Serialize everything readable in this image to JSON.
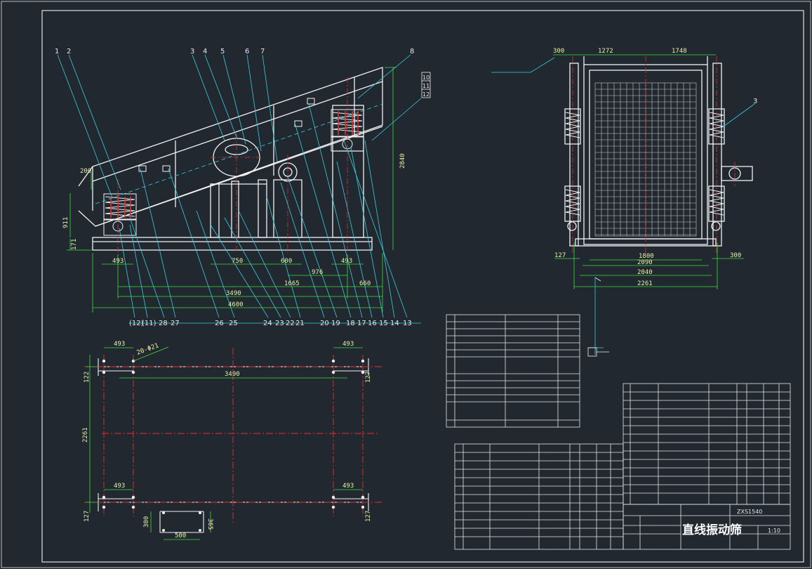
{
  "colors": {
    "background": "#212830",
    "border": "#e0e0e0",
    "part_lines": "#f2f2f2",
    "dimension_lines": "#3ddc3d",
    "center_lines": "#e03030",
    "cyan_lines": "#35d0e0",
    "screen_mesh": "#c8c8c8"
  },
  "front_view": {
    "balloons_top": [
      "1",
      "2",
      "3",
      "4",
      "5",
      "6",
      "7",
      "8"
    ],
    "balloons_bottom": [
      "(12)",
      "(11)",
      "28",
      "27",
      "26",
      "25",
      "24",
      "23",
      "22",
      "21",
      "20",
      "19",
      "18",
      "17",
      "16",
      "15",
      "14",
      "13"
    ],
    "balloons_right": [
      "10",
      "11",
      "12"
    ],
    "dims": {
      "left_height_small": "200",
      "left_height": "911",
      "left_base": "171",
      "right_height": "2840",
      "foot_left": "493",
      "span_mid": "750",
      "span_motor": "600",
      "span_a": "976",
      "foot_right": "493",
      "span_b": "1665",
      "span_c": "660",
      "span_total": "3490",
      "overall": "4600"
    }
  },
  "side_view": {
    "dims": {
      "left": "300",
      "top_mid": "1272",
      "top_right": "1748",
      "inner": "1800",
      "w1": "2090",
      "w2": "2040",
      "w3": "2261",
      "bottom_left": "127",
      "bottom_right": "300"
    },
    "label_3": "3"
  },
  "foundation_plan": {
    "dims": {
      "tl": "493",
      "tr": "493",
      "bolt_note": "20-Φ21",
      "span": "3490",
      "left_small": "122",
      "right_small": "127",
      "height": "2261",
      "bl": "493",
      "br": "493",
      "bottom_left_small": "127",
      "bottom_right_small": "127",
      "pocket_w": "300",
      "pocket_h": "365",
      "pocket_gap": "500"
    }
  },
  "title_block": {
    "product_name": "直线振动筛",
    "scale": "1:10",
    "drawing_no": "ZXS1540"
  }
}
